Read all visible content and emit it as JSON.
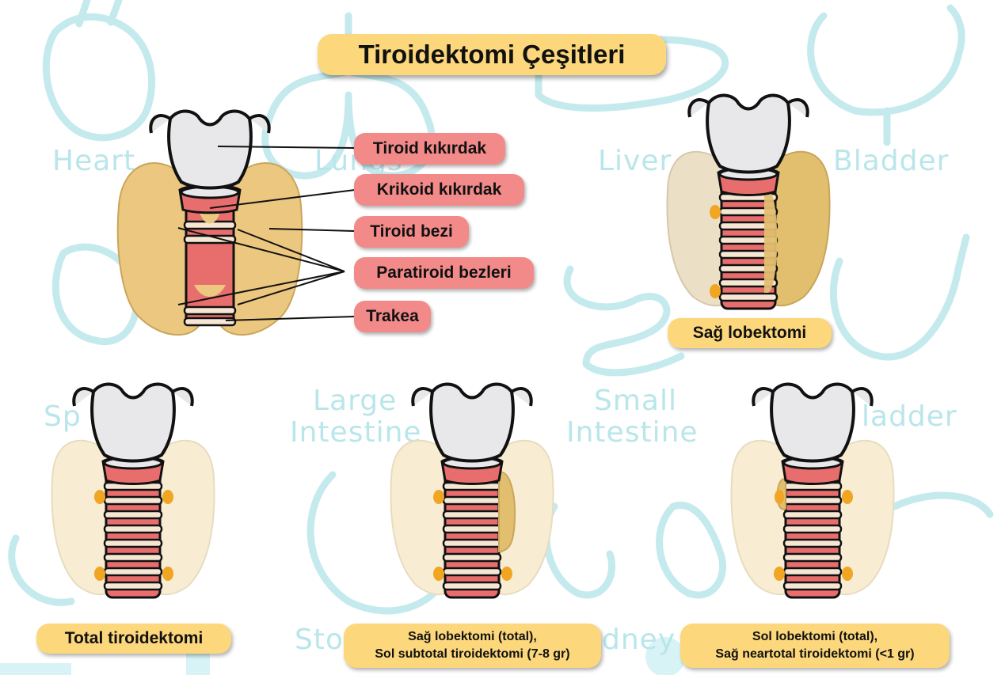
{
  "title": "Tiroidektomi Çeşitleri",
  "background_words": [
    {
      "id": "heart",
      "text": "Heart"
    },
    {
      "id": "lungs",
      "text": "Lungs"
    },
    {
      "id": "liver",
      "text": "Liver"
    },
    {
      "id": "bladder",
      "text": "Bladder"
    },
    {
      "id": "spleen",
      "text": "Sp"
    },
    {
      "id": "large-intestine-1",
      "text": "Large"
    },
    {
      "id": "large-intestine-2",
      "text": "Intestine"
    },
    {
      "id": "small-intestine-1",
      "text": "Small"
    },
    {
      "id": "small-intestine-2",
      "text": "Intestine"
    },
    {
      "id": "gallbladder",
      "text": "ladder"
    },
    {
      "id": "stomach",
      "text": "Sto"
    },
    {
      "id": "kidney",
      "text": "dney"
    }
  ],
  "anatomy_labels": [
    {
      "id": "thyroid-cartilage",
      "text": "Tiroid kıkırdak"
    },
    {
      "id": "cricoid-cartilage",
      "text": "Krikoid kıkırdak"
    },
    {
      "id": "thyroid-gland",
      "text": "Tiroid bezi"
    },
    {
      "id": "parathyroid-glands",
      "text": "Paratiroid bezleri"
    },
    {
      "id": "trachea",
      "text": "Trakea"
    }
  ],
  "procedures": [
    {
      "id": "right-lobectomy",
      "lines": [
        "Sağ lobektomi"
      ]
    },
    {
      "id": "total-thyroidectomy",
      "lines": [
        "Total tiroidektomi"
      ]
    },
    {
      "id": "right-lobectomy-left-subtotal",
      "lines": [
        "Sağ lobektomi (total),",
        "Sol subtotal tiroidektomi (7-8 gr)"
      ]
    },
    {
      "id": "left-lobectomy-right-neartotal",
      "lines": [
        "Sol lobektomi (total),",
        "Sağ neartotal tiroidektomi (<1 gr)"
      ]
    }
  ],
  "colors": {
    "accent_yellow": "#fcd77b",
    "label_red": "#f38a8a",
    "gland": "#ecc780",
    "cartilage": "#e8e8ea",
    "trachea_ring": "#e86e6e",
    "parathyroid": "#f0a623",
    "background_outline": "#b9e6ea"
  }
}
